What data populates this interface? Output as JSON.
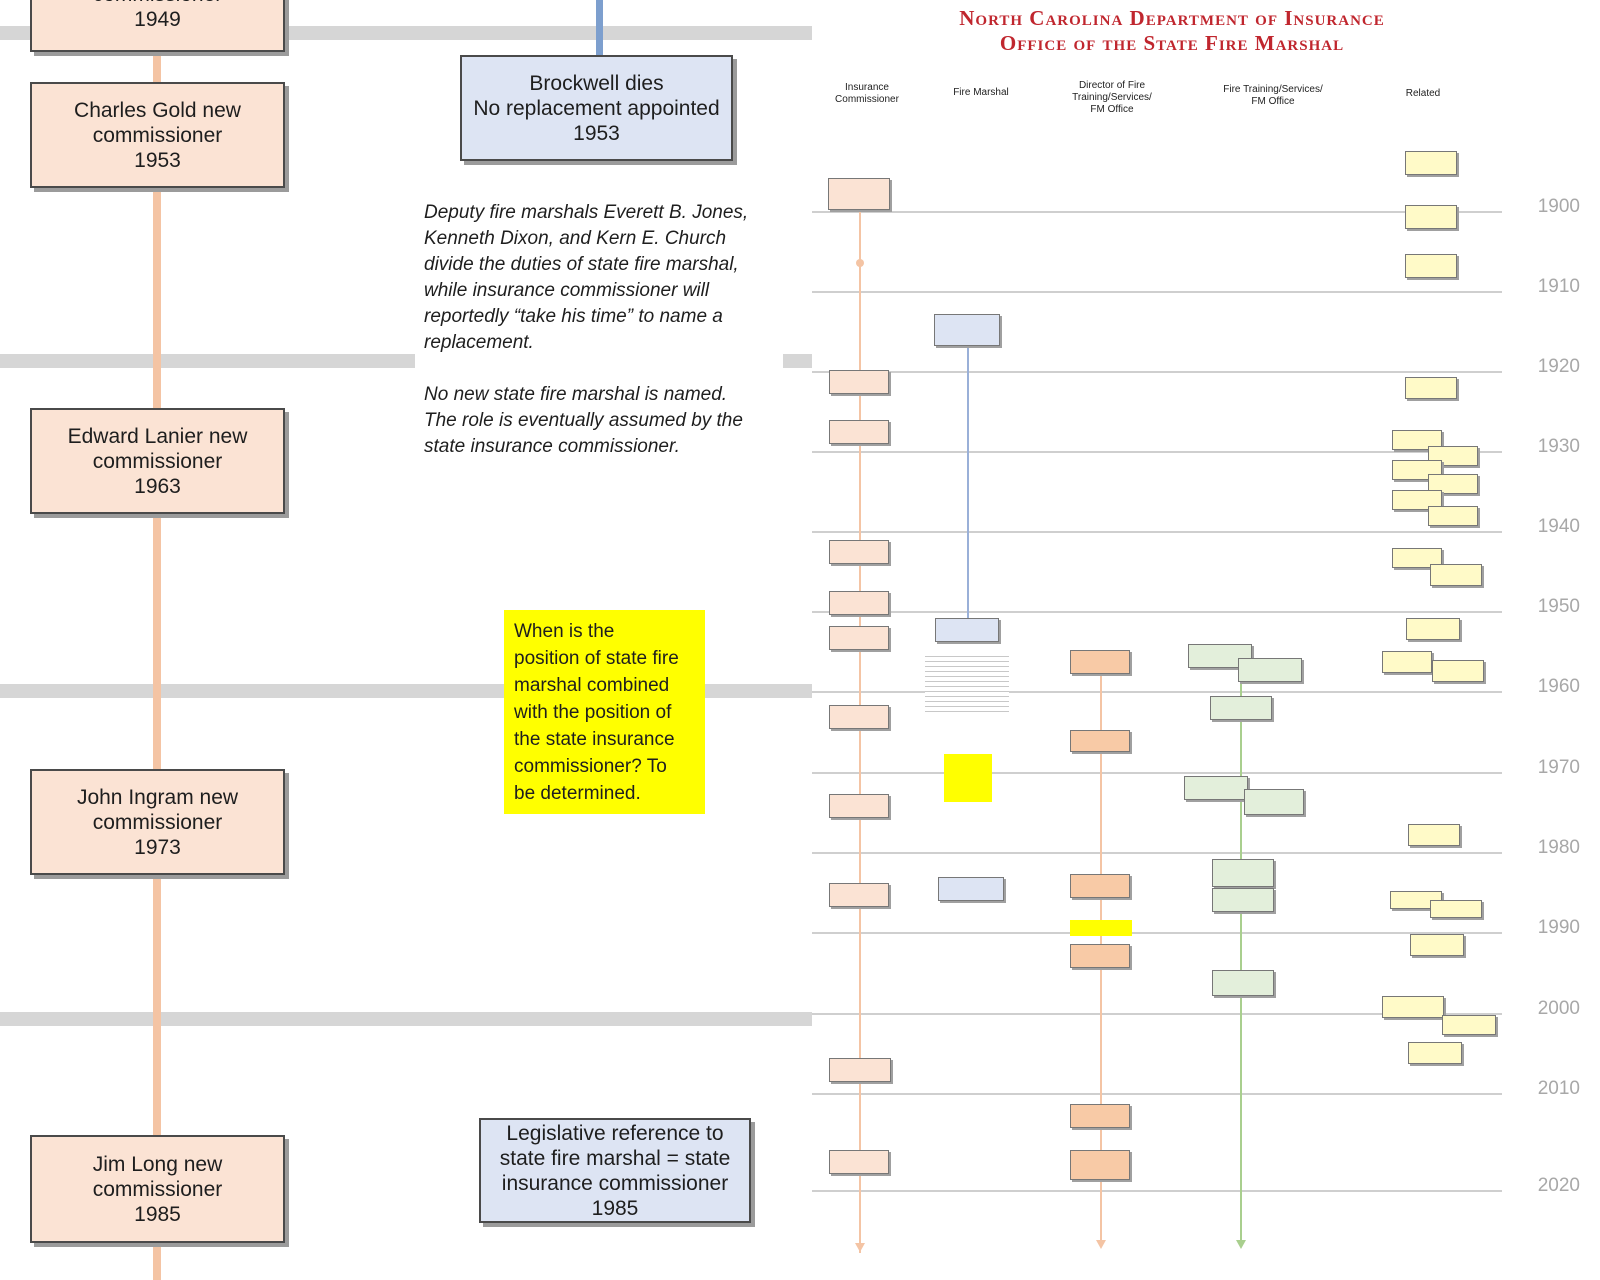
{
  "zoom": {
    "commissioner_boxes": [
      {
        "line1": "commissioner",
        "line2": "",
        "year": "1949"
      },
      {
        "line1": "Charles Gold new",
        "line2": "commissioner",
        "year": "1953"
      },
      {
        "line1": "Edward Lanier new",
        "line2": "commissioner",
        "year": "1963"
      },
      {
        "line1": "John Ingram new",
        "line2": "commissioner",
        "year": "1973"
      },
      {
        "line1": "Jim Long new",
        "line2": "commissioner",
        "year": "1985"
      }
    ],
    "brockwell": {
      "line1": "Brockwell dies",
      "line2": "No replacement appointed",
      "year": "1953"
    },
    "note_lines": [
      "Deputy fire marshals Everett B. Jones,",
      "Kenneth Dixon, and Kern E. Church",
      "divide the duties of state fire marshal,",
      "while insurance commissioner will",
      "reportedly “take his time” to name a",
      "replacement."
    ],
    "note2_lines": [
      "No new state fire marshal is named.",
      "The role is eventually assumed by the",
      "state insurance commissioner."
    ],
    "question_lines": [
      "When is the",
      "position of state fire",
      "marshal combined",
      "with the position of",
      "the state insurance",
      "commissioner? To",
      "be determined."
    ],
    "legislative": {
      "line1": "Legislative reference to",
      "line2": "state fire marshal = state",
      "line3": "insurance commissioner",
      "year": "1985"
    }
  },
  "chart": {
    "title_line1": "North Carolina Department of Insurance",
    "title_line2": "Office of the State Fire Marshal",
    "columns": [
      {
        "line1": "Insurance",
        "line2": "Commissioner",
        "line3": ""
      },
      {
        "line1": "Fire Marshal",
        "line2": "",
        "line3": ""
      },
      {
        "line1": "Director of Fire",
        "line2": "Training/Services/",
        "line3": "FM Office"
      },
      {
        "line1": "Fire Training/Services/",
        "line2": "FM Office",
        "line3": ""
      },
      {
        "line1": "Related",
        "line2": "",
        "line3": ""
      }
    ],
    "years": [
      "1900",
      "1910",
      "1920",
      "1930",
      "1940",
      "1950",
      "1960",
      "1970",
      "1980",
      "1990",
      "2000",
      "2010",
      "2020"
    ],
    "colors": {
      "commissioner": "#fbe3d4",
      "fire_marshal": "#dde4f3",
      "director": "#f8caa6",
      "training": "#e3efdb",
      "related": "#fffac8",
      "highlight": "#ffff00",
      "title": "#c0262e"
    }
  }
}
